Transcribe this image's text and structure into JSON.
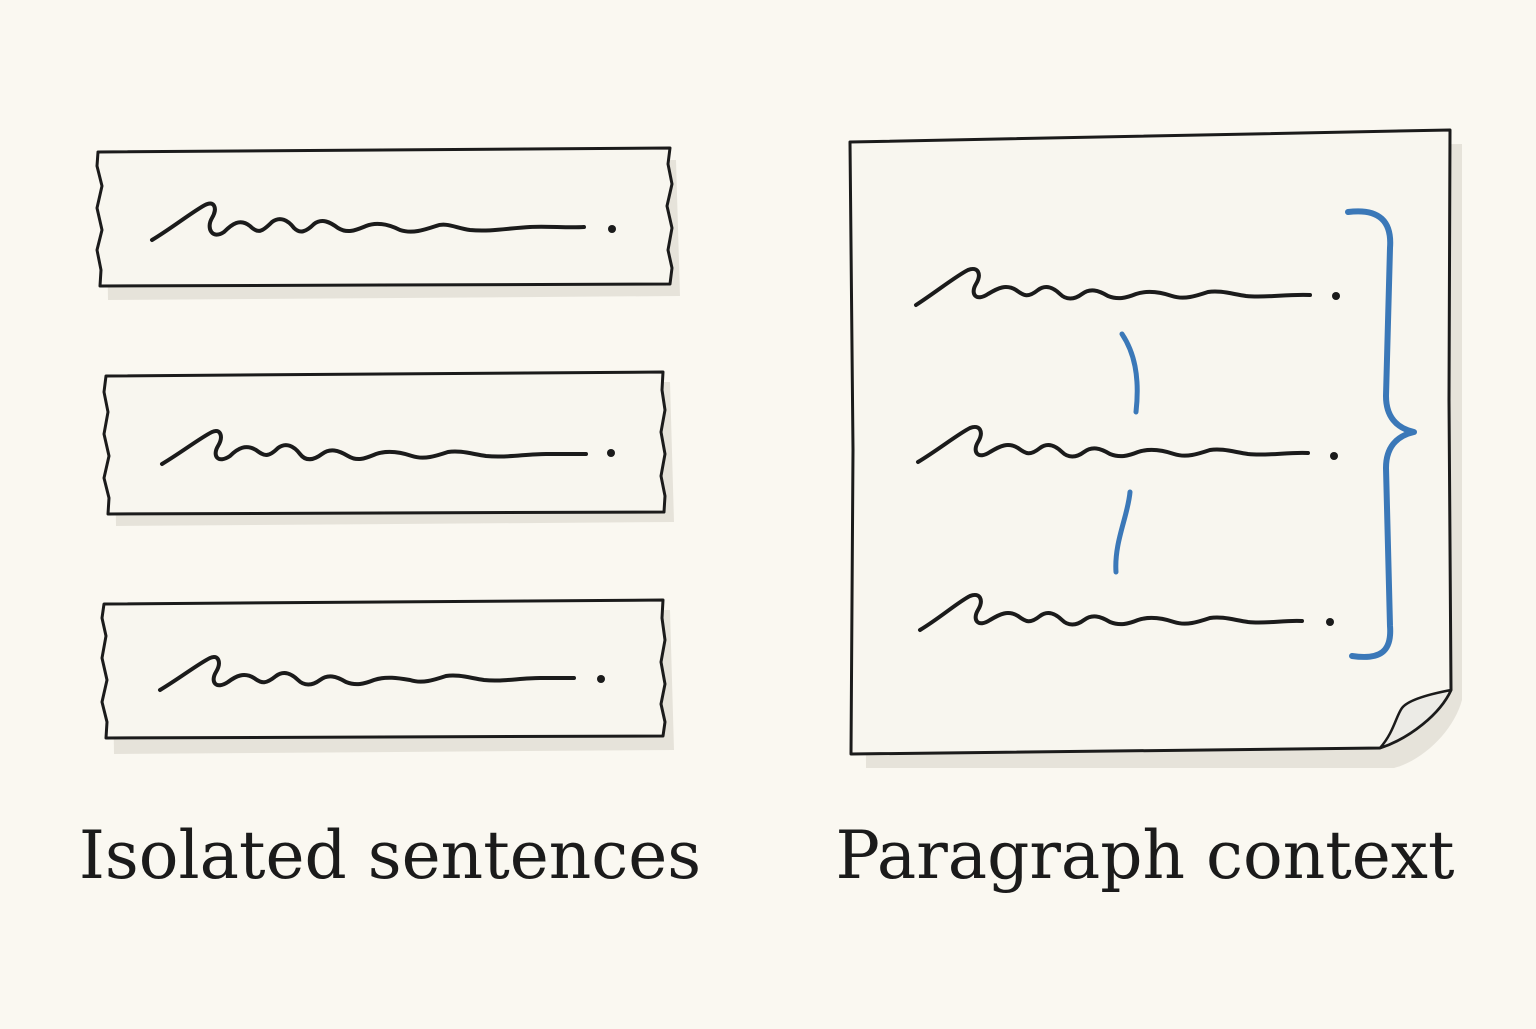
{
  "left_panel": {
    "caption": "Isolated sentences",
    "strip_count": 3
  },
  "right_panel": {
    "caption": "Paragraph context",
    "line_count": 3
  },
  "colors": {
    "background": "#faf8f1",
    "paper": "#f8f6ef",
    "ink": "#1b1b1b",
    "accent": "#3b78b8",
    "shadow": "#e6e3da"
  },
  "icons": {
    "scribble": "handwritten-sentence-icon",
    "connector": "context-link-icon",
    "brace": "right-curly-brace-icon"
  }
}
